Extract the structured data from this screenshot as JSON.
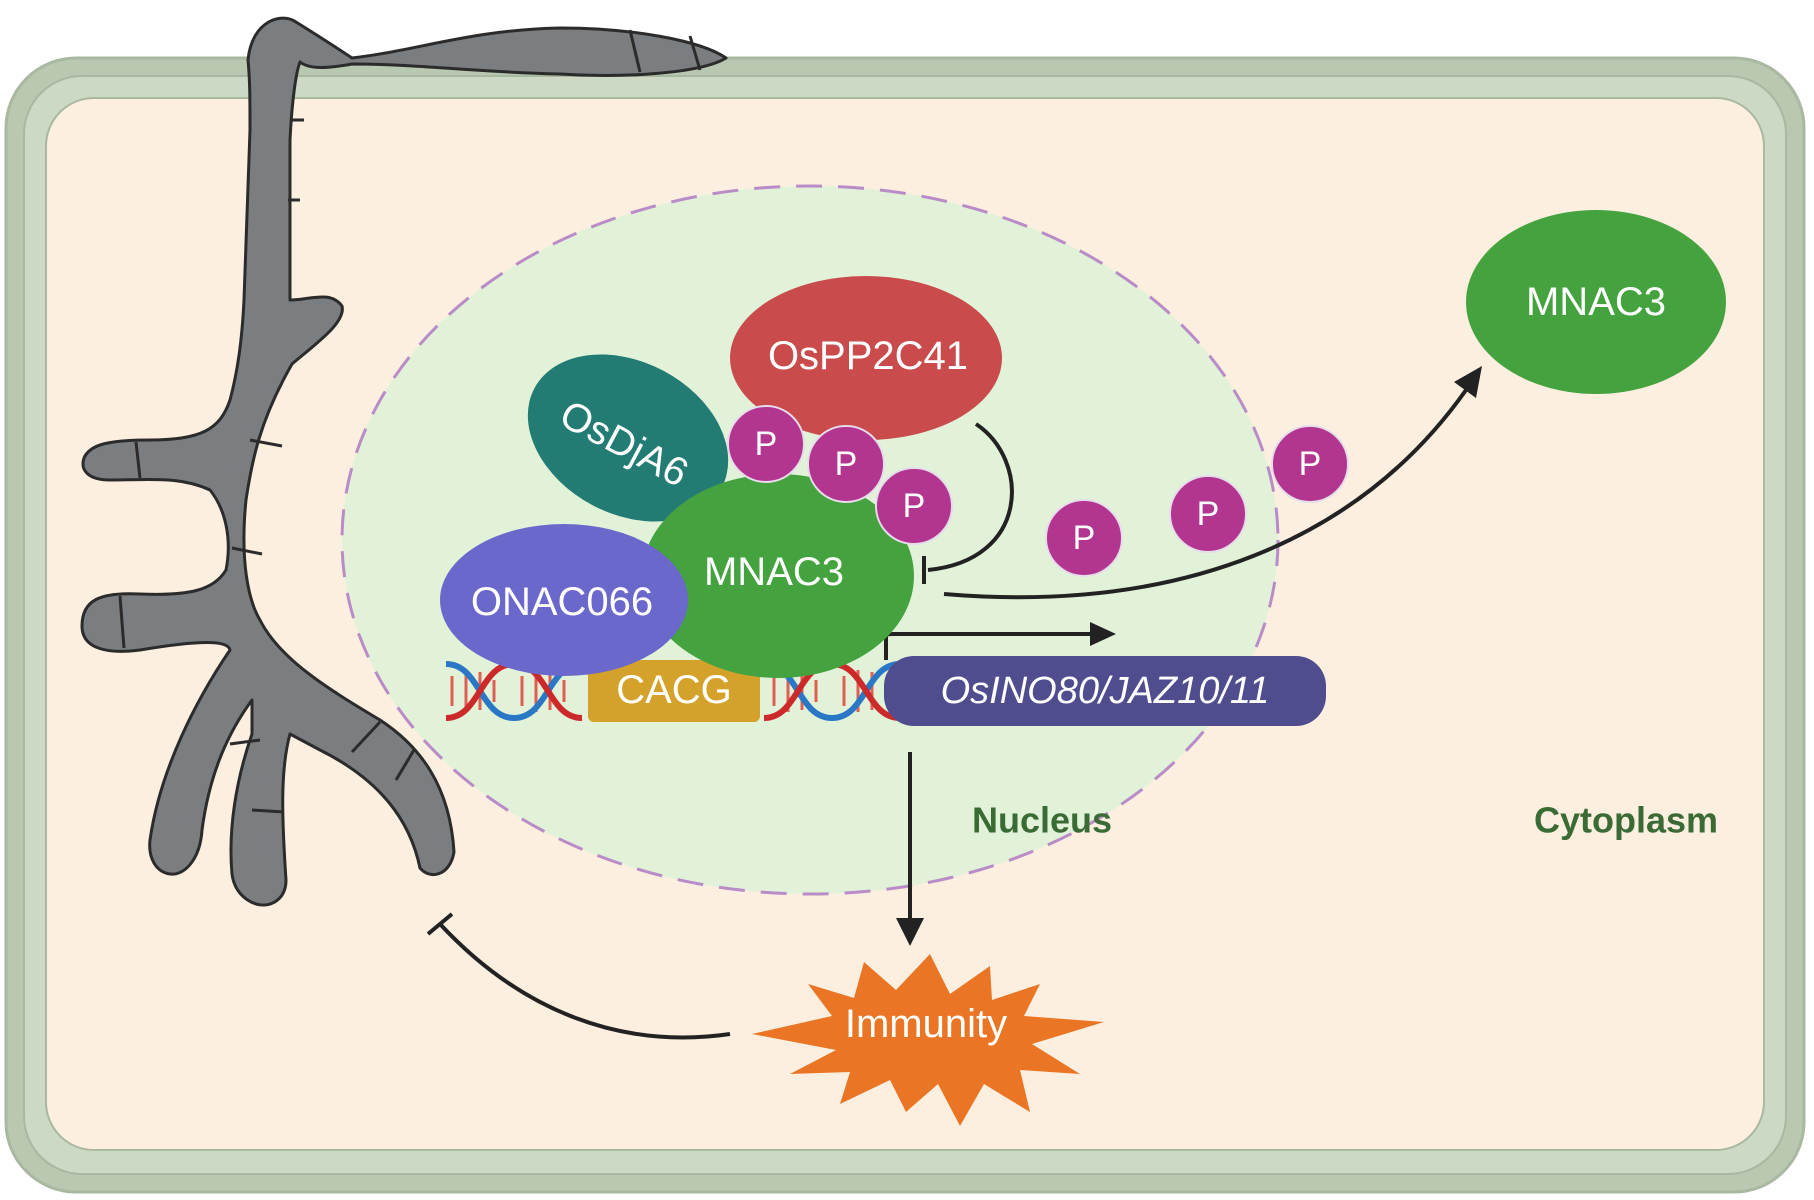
{
  "labels": {
    "ospp2c41": "OsPP2C41",
    "osdja6": "OsDjA6",
    "mnac3_nuclear": "MNAC3",
    "onac066": "ONAC066",
    "cacg": "CACG",
    "target_genes": "OsINO80/JAZ10/11",
    "mnac3_cytoplasm": "MNAC3",
    "immunity": "Immunity",
    "nucleus": "Nucleus",
    "cytoplasm": "Cytoplasm",
    "phospho": "P"
  },
  "colors": {
    "cell_wall": "#b9c8b0",
    "cytoplasm": "#fcefe0",
    "nucleus": "#e1f2d9",
    "nucleus_border": "#b98cc8",
    "ospp2c41": "#c94b4b",
    "osdja6": "#237c74",
    "mnac3": "#44a33f",
    "onac066": "#6b68cc",
    "phospho": "#b2358f",
    "cacg": "#d4a12a",
    "target_genes": "#4f4d8e",
    "immunity": "#ea7524",
    "fungus": "#7b7e80",
    "region_text": "#3a6b35"
  },
  "icons": {
    "fungus": "fungal-hypha-icon",
    "dna": "dna-double-helix-icon",
    "immunity_burst": "starburst-icon"
  }
}
